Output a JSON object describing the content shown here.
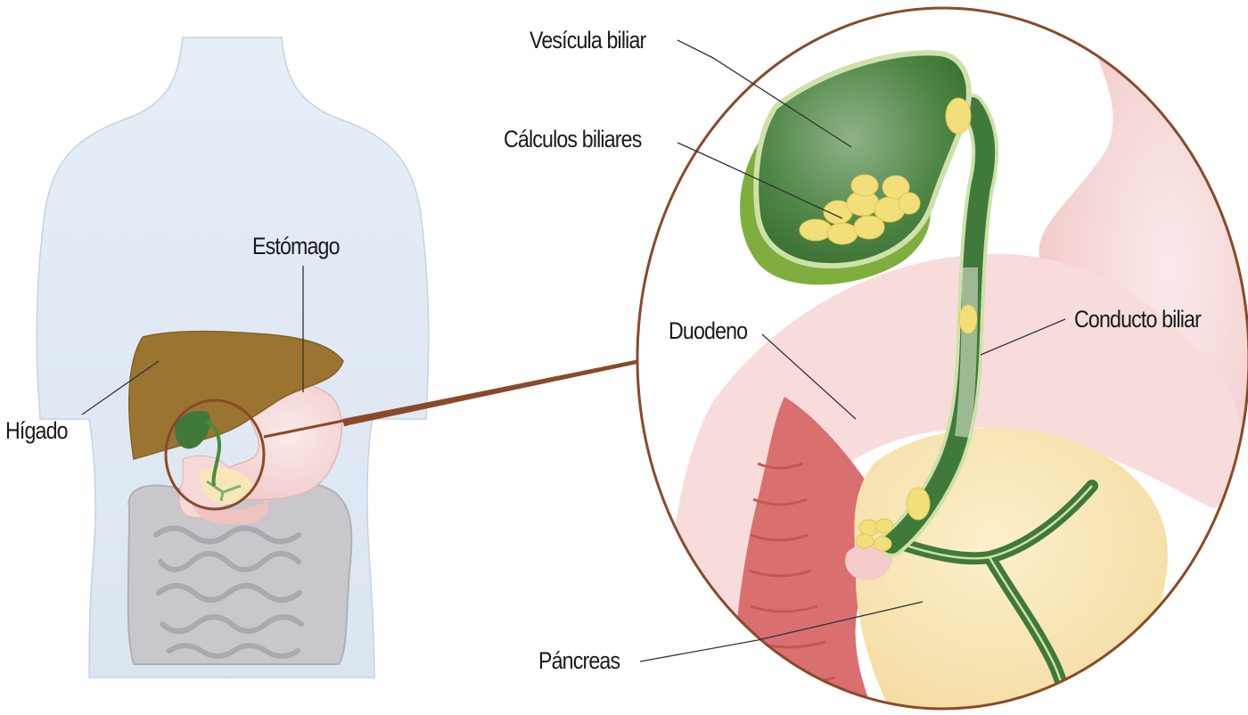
{
  "labels": {
    "vesicula": "Vesícula biliar",
    "calculos": "Cálculos biliares",
    "estomago": "Estómago",
    "duodeno": "Duodeno",
    "conducto": "Conducto biliar",
    "higado": "Hígado",
    "pancreas": "Páncreas"
  },
  "colors": {
    "liver": "#9a7430",
    "gallbladder": "#3f7a3a",
    "gallstone": "#f2df7a",
    "stomach": "#f4d3d3",
    "pancreas": "#f7e4b4",
    "duodenum-lumen": "#d9706f",
    "circle-outline": "#8a4a2a",
    "body": "#dfe9f3",
    "intestines": "#c9c9cc"
  }
}
